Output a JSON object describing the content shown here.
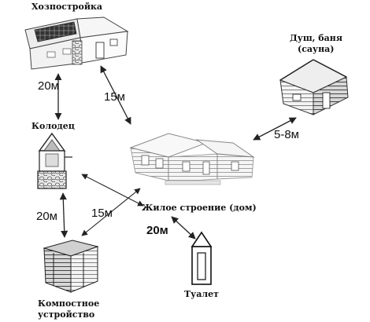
{
  "labels": {
    "outbuilding": "Хозпостройка",
    "bath_line1": "Душ, баня",
    "bath_line2": "(сауна)",
    "well": "Колодец",
    "house": "Жилое строение (дом)",
    "compost_line1": "Компостное",
    "compost_line2": "устройство",
    "toilet": "Туалет"
  },
  "distances": {
    "outbuilding_well": "20м",
    "outbuilding_house": "15м",
    "bath_house": "5-8м",
    "well_compost": "20м",
    "well_house_compost": "15м",
    "house_toilet": "20м"
  }
}
